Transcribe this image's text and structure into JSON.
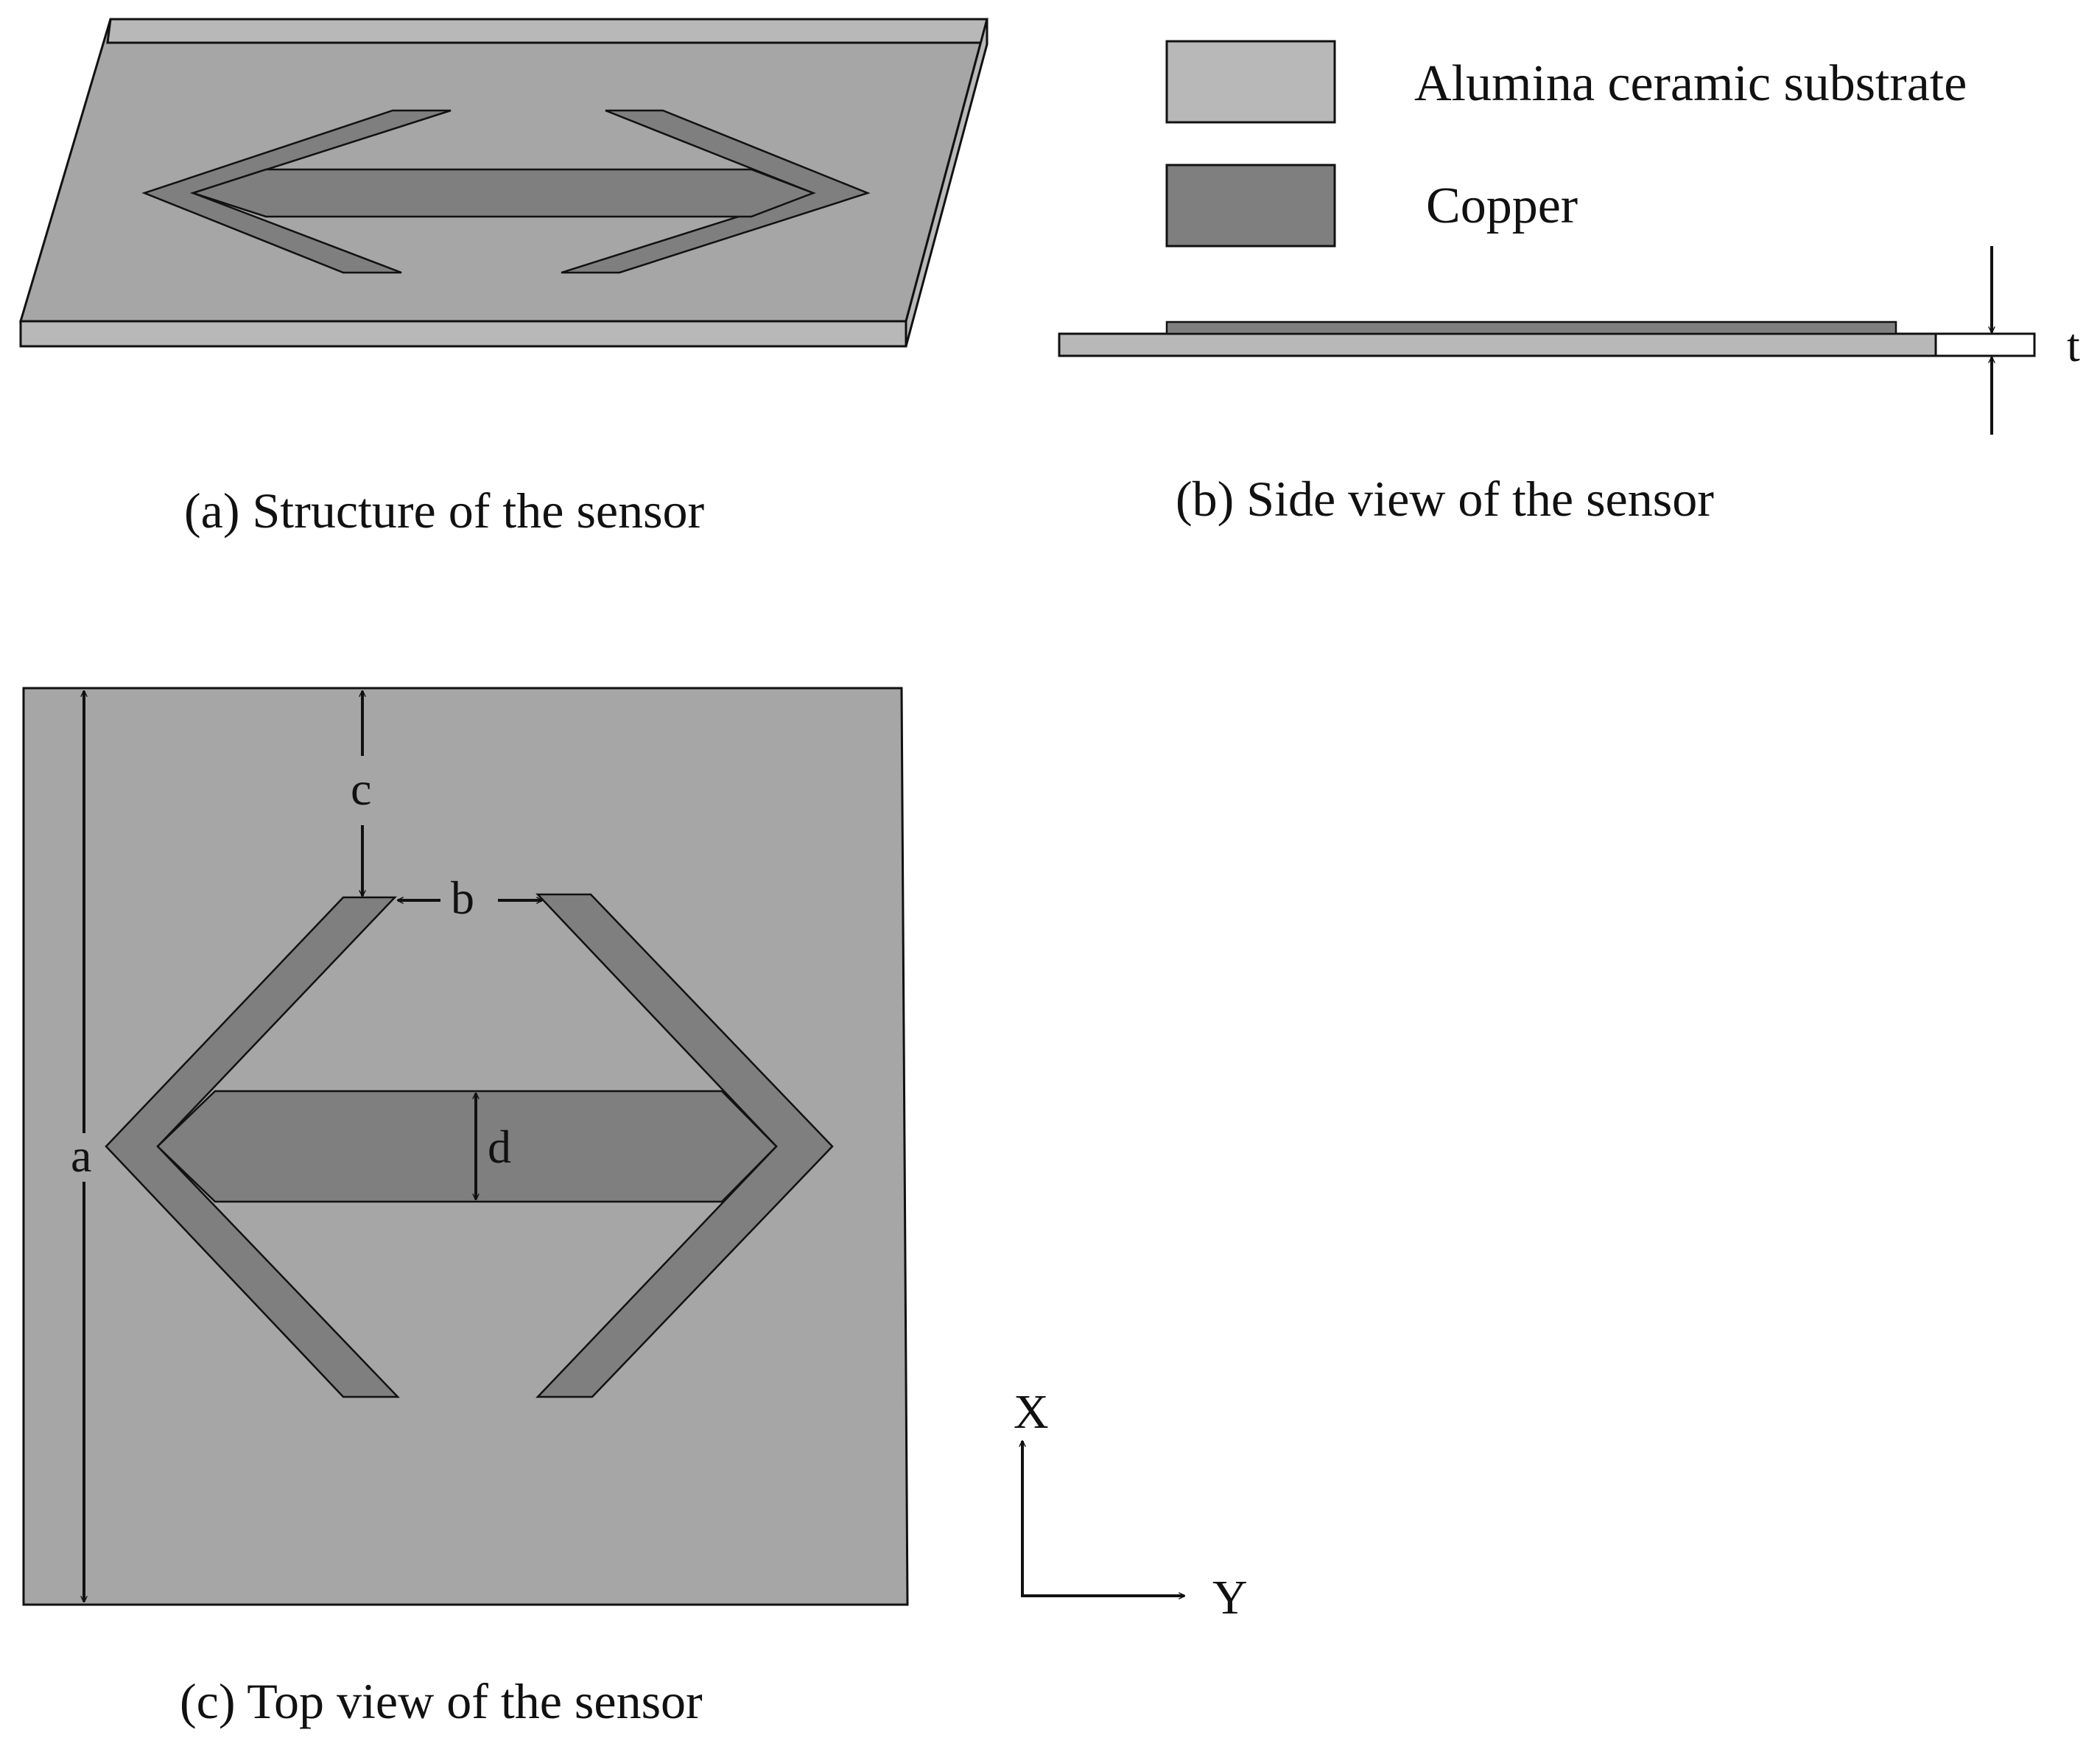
{
  "colors": {
    "substrate": "#a6a6a6",
    "substrate_light": "#b8b8b8",
    "copper": "#7f7f7f",
    "outline": "#111111"
  },
  "legend": {
    "substrate_label": "Alumina ceramic substrate",
    "copper_label": "Copper"
  },
  "panels": {
    "a": {
      "caption": "(a) Structure  of the sensor"
    },
    "b": {
      "caption": "(b) Side view of the sensor",
      "thickness_label": "t"
    },
    "c": {
      "caption": "(c) Top view of the sensor",
      "dims": {
        "a": "a",
        "b": "b",
        "c": "c",
        "d": "d"
      }
    }
  },
  "axes": {
    "x_label": "X",
    "y_label": "Y"
  }
}
